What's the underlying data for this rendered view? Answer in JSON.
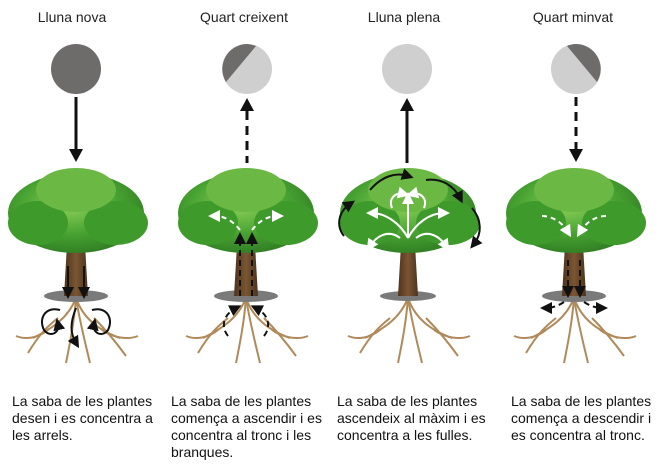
{
  "phases": [
    {
      "title": "Lluna nova",
      "caption": "La saba de les plantes desen i es concentra a les arrels."
    },
    {
      "title": "Quart creixent",
      "caption": "La saba de les plantes comença a ascendir i es concentra al tronc i les branques."
    },
    {
      "title": "Lluna plena",
      "caption": "La saba de les plantes ascendeix al màxim i es concentra a les fulles."
    },
    {
      "title": "Quart minvat",
      "caption": "La saba de les plantes comença a descendir i es concentra al tronc."
    }
  ],
  "colors": {
    "moon_dark": "#6e6b6b",
    "moon_light": "#cfcfcf",
    "foliage": "#3f9a2c",
    "foliage_light": "#7cc24a",
    "trunk": "#6b4a2b",
    "roots": "#b08a5a",
    "arrow": "#111111"
  }
}
